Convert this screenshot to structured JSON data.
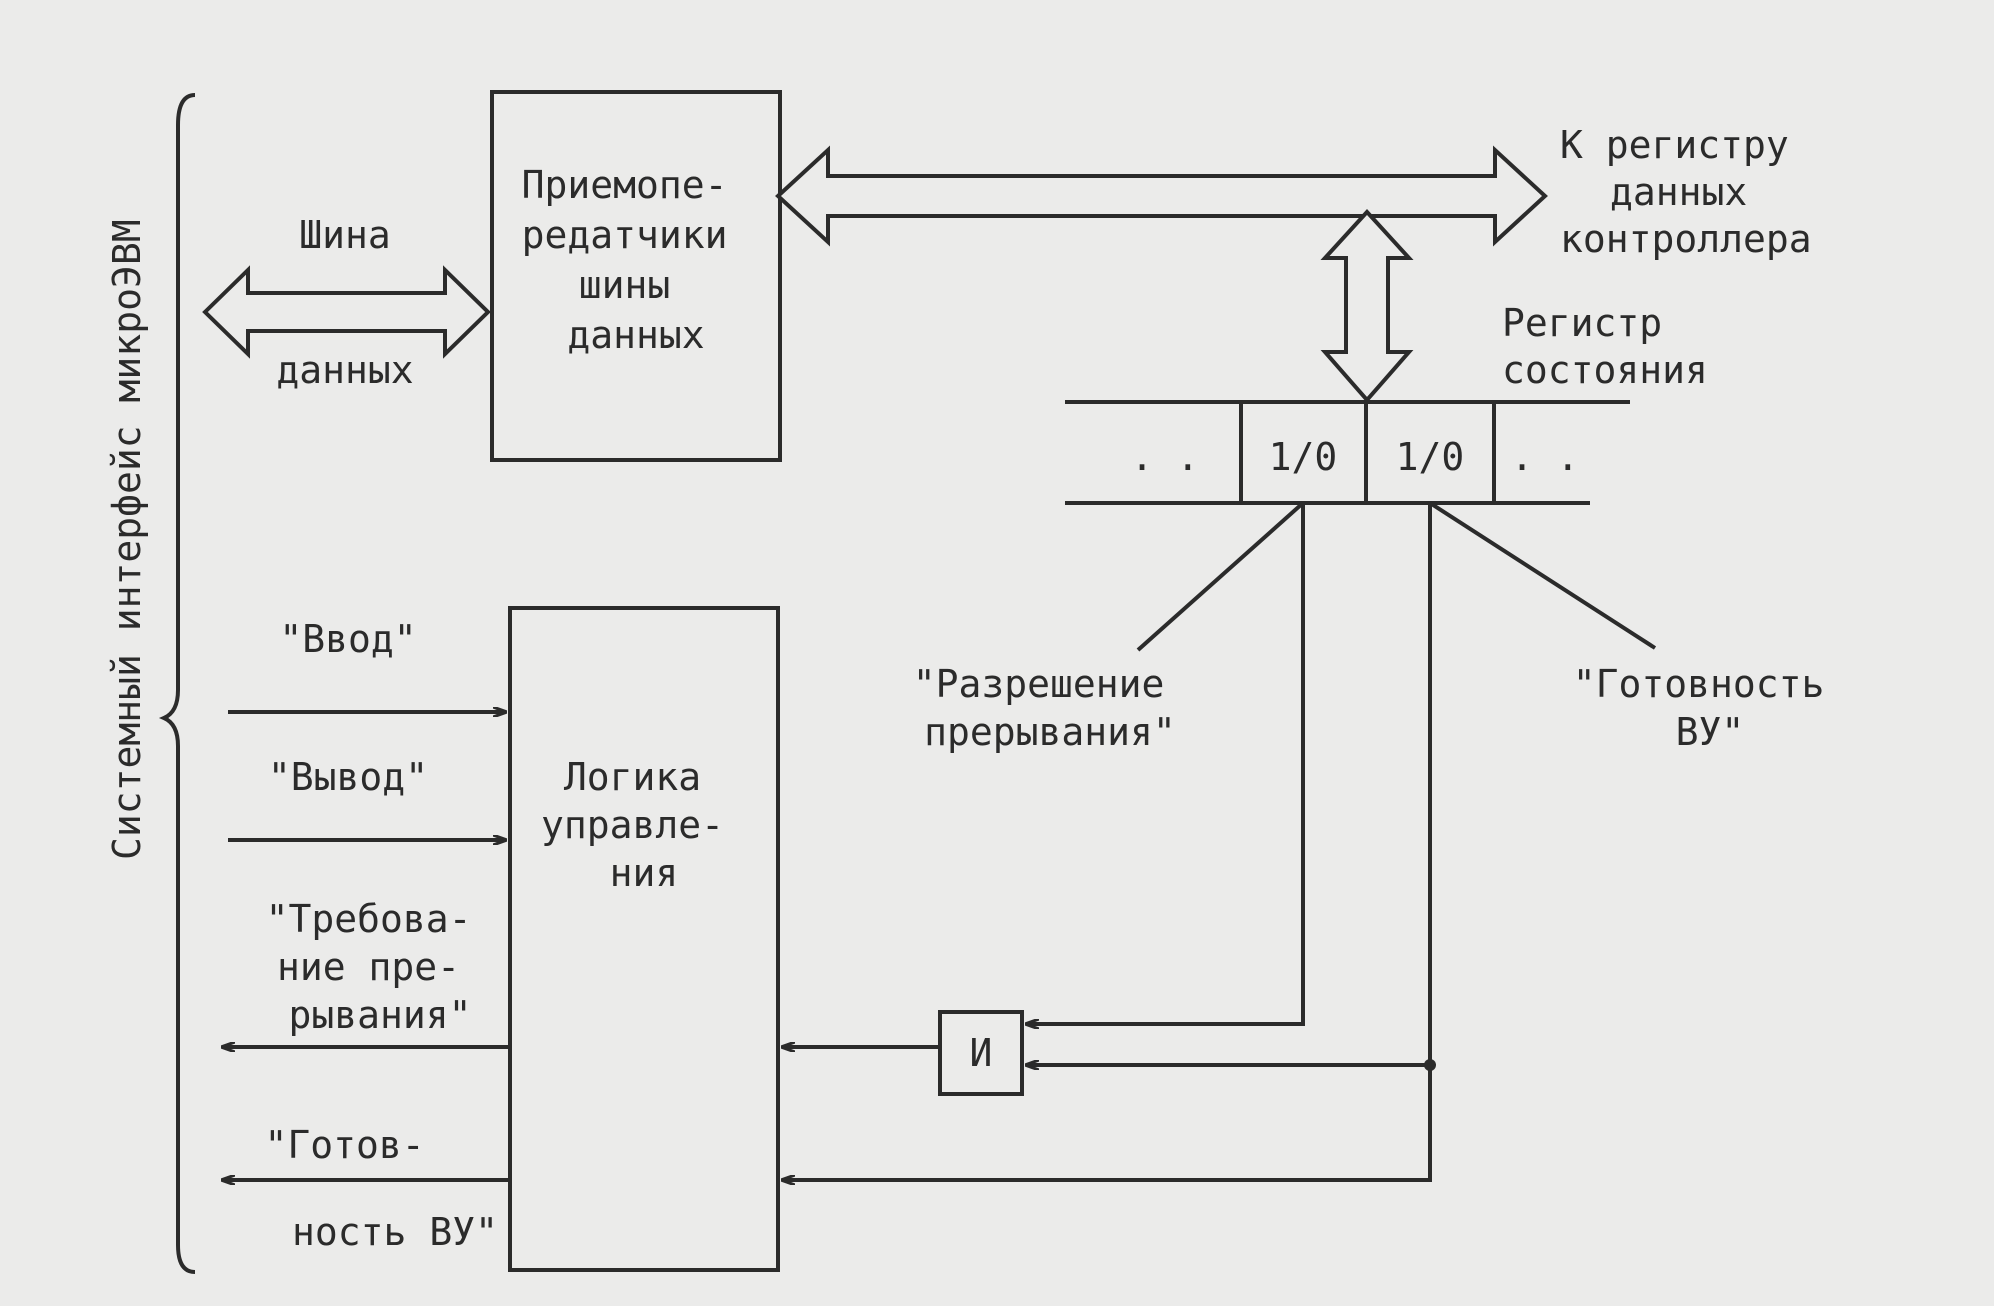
{
  "colors": {
    "ink": "#2b2b2b",
    "paper": "#ebebea"
  },
  "interface_label": "Системный интерфейс микроЭВМ",
  "data_bus": {
    "line1": "Шина",
    "line2": "данных"
  },
  "transceivers": {
    "lines": [
      "Приемопе-",
      "редатчики",
      "шины",
      "данных"
    ]
  },
  "data_register": {
    "lines": [
      "К регистру",
      "данных",
      "контроллера"
    ]
  },
  "status_register": {
    "lines": [
      "Регистр",
      "состояния"
    ],
    "cells": [
      ". .",
      "1/0",
      "1/0",
      ". ."
    ]
  },
  "interrupt_enable": {
    "lines": [
      "\"Разрешение",
      "прерывания\""
    ]
  },
  "device_ready": {
    "lines": [
      "\"Готовность",
      "ВУ\""
    ]
  },
  "control_logic": {
    "lines": [
      "Логика",
      "управле-",
      "ния"
    ]
  },
  "input_signal": "\"Ввод\"",
  "output_signal": "\"Вывод\"",
  "interrupt_request": {
    "lines": [
      "\"Требова-",
      "ние пре-",
      "рывания\""
    ]
  },
  "ready_signal": {
    "lines": [
      "\"Готов-",
      "ность ВУ\""
    ]
  },
  "and_gate": "И"
}
